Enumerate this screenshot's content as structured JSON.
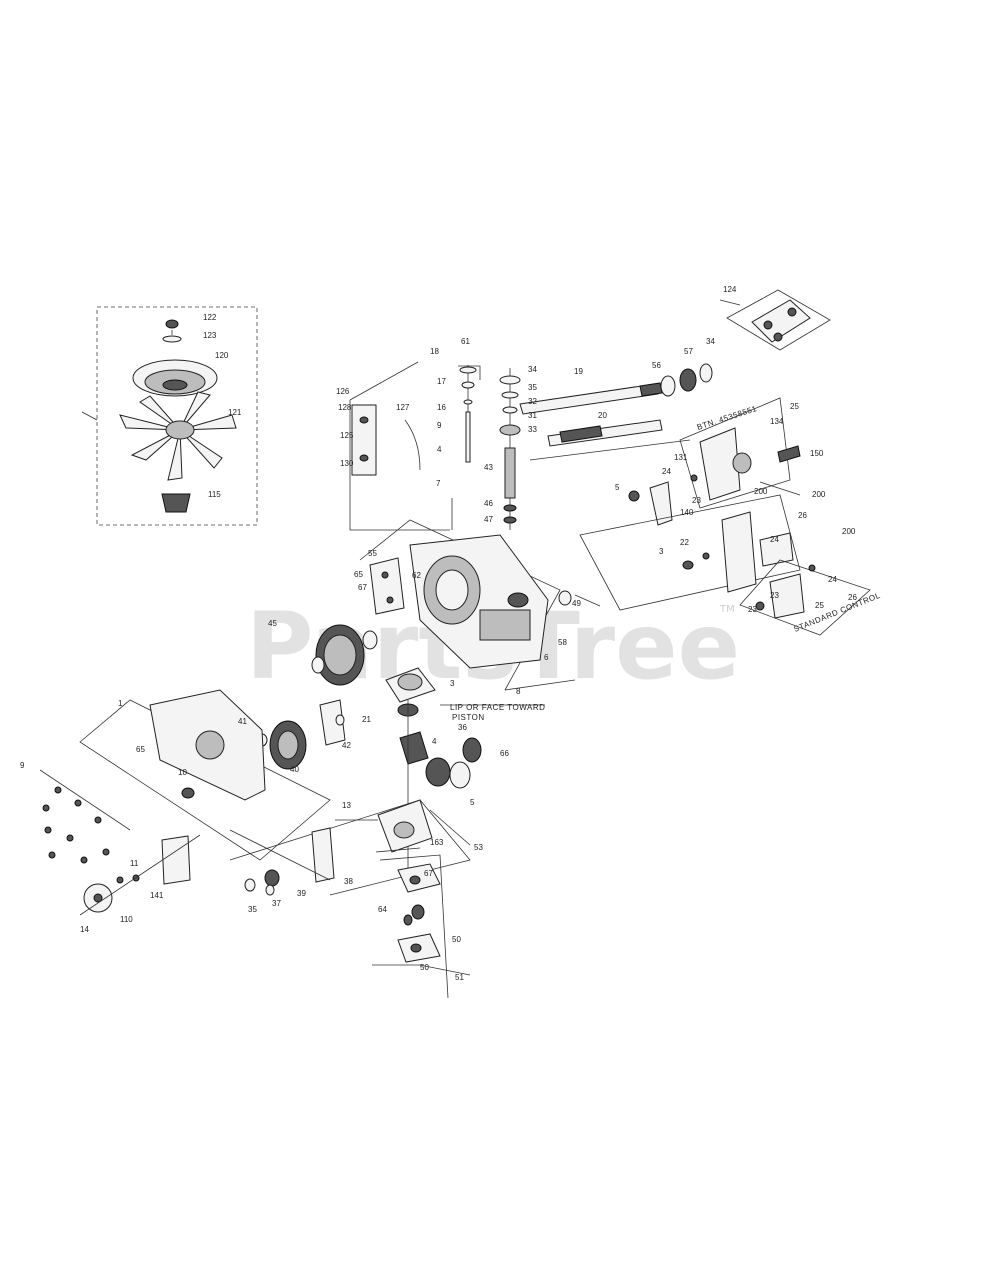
{
  "watermark": {
    "text": "PartsTree",
    "tm": "TM"
  },
  "notes": {
    "lip_note_1": "LIP OR FACE TOWARD",
    "lip_note_2": "PISTON",
    "btn_note": "BTN. 45358551",
    "standard_control": "STANDARD CONTROL"
  },
  "labels": [
    {
      "id": "122",
      "text": "122"
    },
    {
      "id": "123",
      "text": "123"
    },
    {
      "id": "120",
      "text": "120"
    },
    {
      "id": "121",
      "text": "121"
    },
    {
      "id": "115",
      "text": "115"
    },
    {
      "id": "127",
      "text": "127"
    },
    {
      "id": "18",
      "text": "18"
    },
    {
      "id": "61a",
      "text": "61"
    },
    {
      "id": "17",
      "text": "17"
    },
    {
      "id": "16",
      "text": "16"
    },
    {
      "id": "9a",
      "text": "9"
    },
    {
      "id": "4a",
      "text": "4"
    },
    {
      "id": "126",
      "text": "126"
    },
    {
      "id": "128",
      "text": "128"
    },
    {
      "id": "125",
      "text": "125"
    },
    {
      "id": "130",
      "text": "130"
    },
    {
      "id": "34a",
      "text": "34"
    },
    {
      "id": "35",
      "text": "35"
    },
    {
      "id": "32",
      "text": "32"
    },
    {
      "id": "31",
      "text": "31"
    },
    {
      "id": "33",
      "text": "33"
    },
    {
      "id": "43",
      "text": "43"
    },
    {
      "id": "46",
      "text": "46"
    },
    {
      "id": "47",
      "text": "47"
    },
    {
      "id": "19",
      "text": "19"
    },
    {
      "id": "20",
      "text": "20"
    },
    {
      "id": "56",
      "text": "56"
    },
    {
      "id": "57",
      "text": "57"
    },
    {
      "id": "34b",
      "text": "34"
    },
    {
      "id": "8",
      "text": "8"
    },
    {
      "id": "124",
      "text": "124"
    },
    {
      "id": "25",
      "text": "25"
    },
    {
      "id": "134",
      "text": "134"
    },
    {
      "id": "150",
      "text": "150"
    },
    {
      "id": "131",
      "text": "131"
    },
    {
      "id": "24a",
      "text": "24"
    },
    {
      "id": "5a",
      "text": "5"
    },
    {
      "id": "23a",
      "text": "23"
    },
    {
      "id": "140",
      "text": "140"
    },
    {
      "id": "200a",
      "text": "200"
    },
    {
      "id": "200b",
      "text": "200"
    },
    {
      "id": "22",
      "text": "22"
    },
    {
      "id": "3a",
      "text": "3"
    },
    {
      "id": "26a",
      "text": "26"
    },
    {
      "id": "24b",
      "text": "24"
    },
    {
      "id": "200c",
      "text": "200"
    },
    {
      "id": "24c",
      "text": "24"
    },
    {
      "id": "26b",
      "text": "26"
    },
    {
      "id": "23b",
      "text": "23"
    },
    {
      "id": "25b",
      "text": "25"
    },
    {
      "id": "23c",
      "text": "23"
    },
    {
      "id": "7",
      "text": "7"
    },
    {
      "id": "55",
      "text": "55"
    },
    {
      "id": "65a",
      "text": "65"
    },
    {
      "id": "67",
      "text": "67"
    },
    {
      "id": "62",
      "text": "62"
    },
    {
      "id": "58",
      "text": "58"
    },
    {
      "id": "6",
      "text": "6"
    },
    {
      "id": "49",
      "text": "49"
    },
    {
      "id": "45",
      "text": "45"
    },
    {
      "id": "41",
      "text": "41"
    },
    {
      "id": "21",
      "text": "21"
    },
    {
      "id": "42",
      "text": "42"
    },
    {
      "id": "40",
      "text": "40"
    },
    {
      "id": "3b",
      "text": "3"
    },
    {
      "id": "36",
      "text": "36"
    },
    {
      "id": "4b",
      "text": "4"
    },
    {
      "id": "66",
      "text": "66"
    },
    {
      "id": "5b",
      "text": "5"
    },
    {
      "id": "1",
      "text": "1"
    },
    {
      "id": "65b",
      "text": "65"
    },
    {
      "id": "10",
      "text": "10"
    },
    {
      "id": "9b",
      "text": "9"
    },
    {
      "id": "11",
      "text": "11"
    },
    {
      "id": "14",
      "text": "14"
    },
    {
      "id": "110",
      "text": "110"
    },
    {
      "id": "141",
      "text": "141"
    },
    {
      "id": "13",
      "text": "13"
    },
    {
      "id": "38",
      "text": "38"
    },
    {
      "id": "39",
      "text": "39"
    },
    {
      "id": "37",
      "text": "37"
    },
    {
      "id": "35b",
      "text": "35"
    },
    {
      "id": "163",
      "text": "163"
    },
    {
      "id": "53",
      "text": "53"
    },
    {
      "id": "67b",
      "text": "67"
    },
    {
      "id": "64",
      "text": "64"
    },
    {
      "id": "50a",
      "text": "50"
    },
    {
      "id": "50b",
      "text": "50"
    },
    {
      "id": "51",
      "text": "51"
    }
  ]
}
